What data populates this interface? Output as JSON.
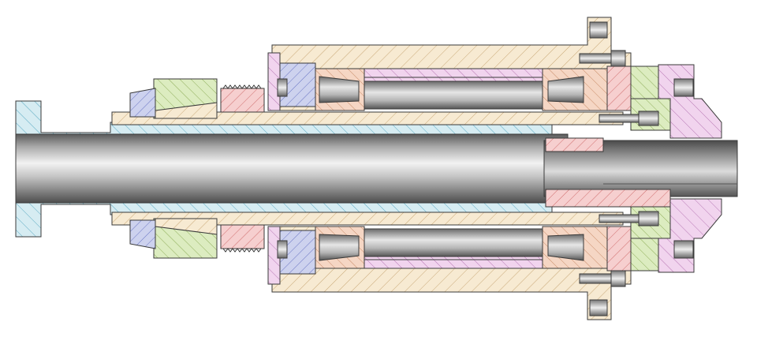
{
  "drawing": {
    "kind": "spindle-assembly-cross-section",
    "colors": {
      "background": "#ffffff",
      "outline": "#3a3a3a",
      "housing_fill": "#f7ead2",
      "housing_hatch": "#c9a877",
      "shaft_fill": "#d6ecf2",
      "shaft_hatch": "#5aa9c2",
      "spacer_fill": "#f1d4ee",
      "spacer_hatch": "#b777b4",
      "bearing_race_fill": "#f5d6c4",
      "bearing_race_hatch": "#c98d6a",
      "nut_green_fill": "#dcecc0",
      "nut_green_hatch": "#8fae5a",
      "nut_blue_fill": "#cdd2ee",
      "nut_blue_hatch": "#6a75c4",
      "collet_pink_fill": "#f6cfcf",
      "collet_pink_hatch": "#cf6d6d",
      "steel_light": "#e9e9e9",
      "steel_mid": "#9a9a9a",
      "steel_dark": "#4a4a4a"
    },
    "parts": [
      {
        "name": "drawbar",
        "fill": "steel"
      },
      {
        "name": "spindle-shaft",
        "fill": "shaft"
      },
      {
        "name": "housing",
        "fill": "housing"
      },
      {
        "name": "bearing-spacer",
        "fill": "spacer"
      },
      {
        "name": "tapered-roller-bearing",
        "count": 4
      },
      {
        "name": "lock-nut",
        "fill": "nut_green",
        "count": 6
      },
      {
        "name": "tab-washer",
        "fill": "nut_blue",
        "count": 2
      },
      {
        "name": "collet",
        "fill": "collet_pink"
      },
      {
        "name": "front-cap",
        "fill": "spacer"
      },
      {
        "name": "cap-screw",
        "count": 8
      }
    ]
  }
}
